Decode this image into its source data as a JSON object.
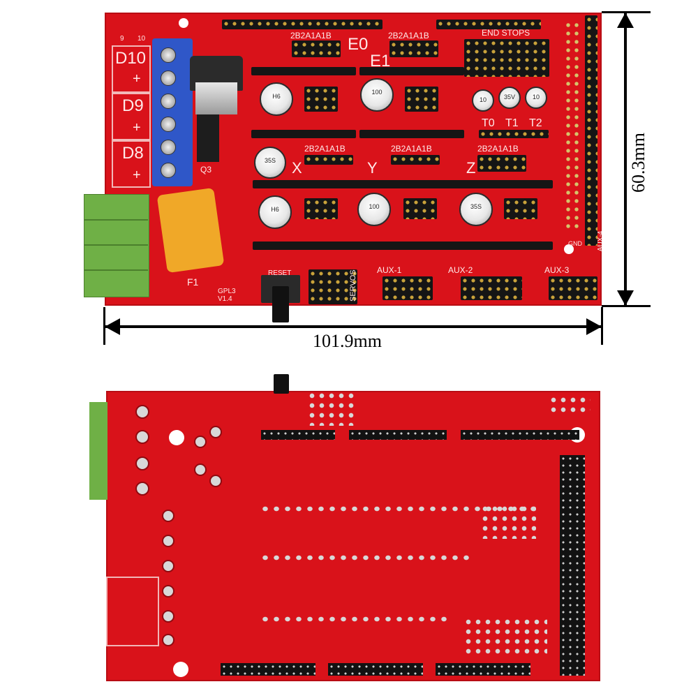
{
  "dimensions": {
    "width_label": "101.9mm",
    "height_label": "60.3mm"
  },
  "front": {
    "terminal_labels": [
      "D10",
      "D9",
      "D8"
    ],
    "plus_marks": [
      "+",
      "+",
      "+"
    ],
    "driver_socket_labels": [
      "E0",
      "E1",
      "X",
      "Y",
      "Z"
    ],
    "pin_labels": "2B2A1A1B",
    "endstops_label": "END STOPS",
    "thermistor_labels": [
      "T0",
      "T1",
      "T2"
    ],
    "aux_labels": [
      "AUX-1",
      "AUX-2",
      "AUX-3",
      "AUX-4"
    ],
    "servos_label": "SERVOS",
    "reset_label": "RESET",
    "version_label": "GPL3 V1.4",
    "transistor_label": "Q3",
    "fuse_label": "F1",
    "pin_numbers": [
      "9",
      "10"
    ],
    "capacitor_text": [
      "H6",
      "100",
      "35S"
    ],
    "small_capacitor_text": [
      "10",
      "35V"
    ],
    "gnd_label": "GND"
  },
  "colors": {
    "pcb_red": "#d9121a",
    "terminal_blue": "#2f57c8",
    "terminal_green": "#6fb046",
    "fuse_orange": "#f0a828",
    "header_black": "#151515"
  }
}
